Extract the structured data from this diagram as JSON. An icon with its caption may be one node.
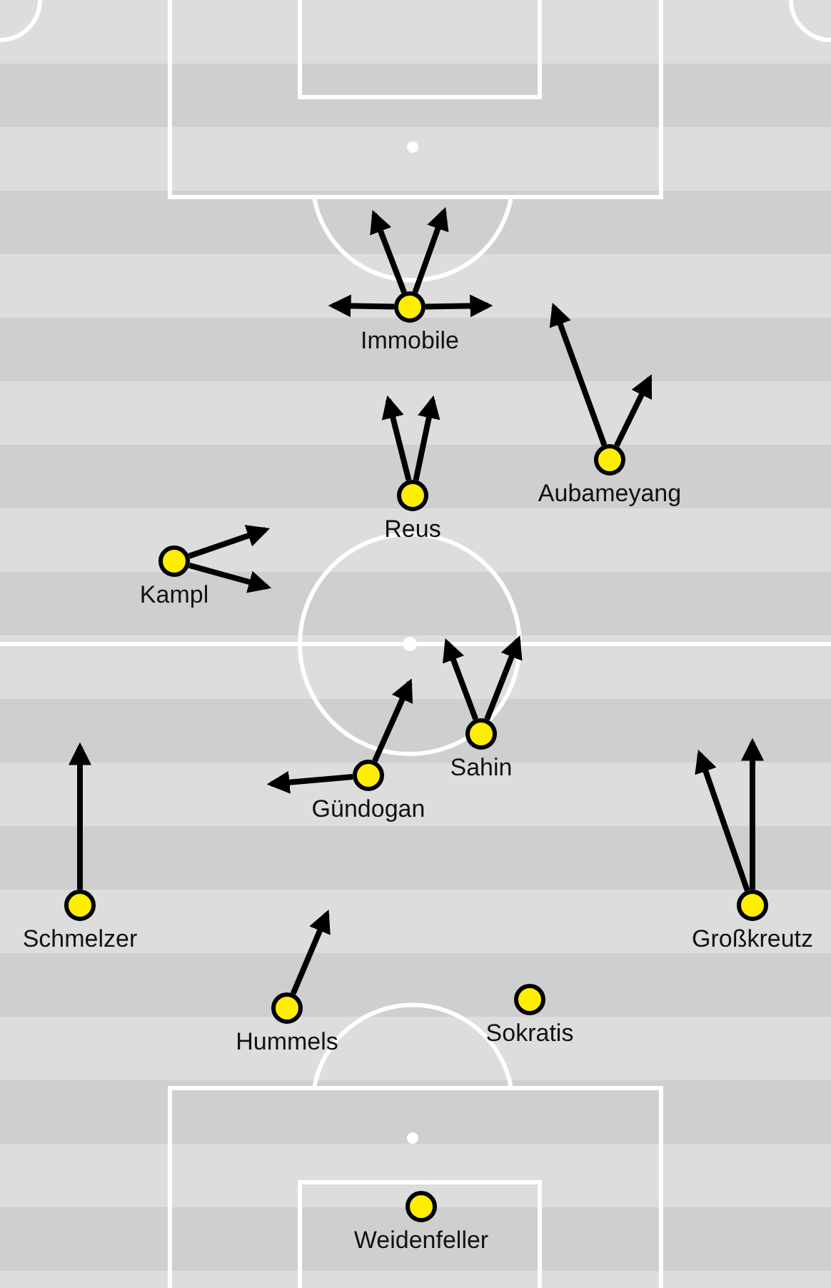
{
  "diagram": {
    "nodes": [
      {
        "text": [
          "Immobile"
        ]
      },
      {
        "text": [
          "Aubameyang"
        ]
      },
      {
        "text": [
          "Reus"
        ]
      },
      {
        "text": [
          "Kampl"
        ]
      },
      {
        "text": [
          "Sahin"
        ]
      },
      {
        "text": [
          "Gündogan"
        ]
      },
      {
        "text": [
          "Schmelzer"
        ]
      },
      {
        "text": [
          "Großkreutz"
        ]
      },
      {
        "text": [
          "Hummels"
        ]
      },
      {
        "text": [
          "Sokratis"
        ]
      },
      {
        "text": [
          "Weidenfeller"
        ]
      }
    ],
    "edges": [
      {
        "from": 0,
        "to": null,
        "arrow": "to"
      },
      {
        "from": 0,
        "to": null,
        "arrow": "to"
      },
      {
        "from": 0,
        "to": null,
        "arrow": "to"
      },
      {
        "from": 0,
        "to": null,
        "arrow": "to"
      },
      {
        "from": 1,
        "to": null,
        "arrow": "to"
      },
      {
        "from": 1,
        "to": null,
        "arrow": "to"
      },
      {
        "from": 2,
        "to": null,
        "arrow": "to"
      },
      {
        "from": 2,
        "to": null,
        "arrow": "to"
      },
      {
        "from": 3,
        "to": null,
        "arrow": "to"
      },
      {
        "from": 3,
        "to": null,
        "arrow": "to"
      },
      {
        "from": 4,
        "to": null,
        "arrow": "to"
      },
      {
        "from": 4,
        "to": null,
        "arrow": "to"
      },
      {
        "from": 5,
        "to": null,
        "arrow": "to"
      },
      {
        "from": 5,
        "to": null,
        "arrow": "to"
      },
      {
        "from": 6,
        "to": null,
        "arrow": "to"
      },
      {
        "from": 7,
        "to": null,
        "arrow": "to"
      },
      {
        "from": 7,
        "to": null,
        "arrow": "to"
      },
      {
        "from": 8,
        "to": null,
        "arrow": "to"
      }
    ]
  }
}
